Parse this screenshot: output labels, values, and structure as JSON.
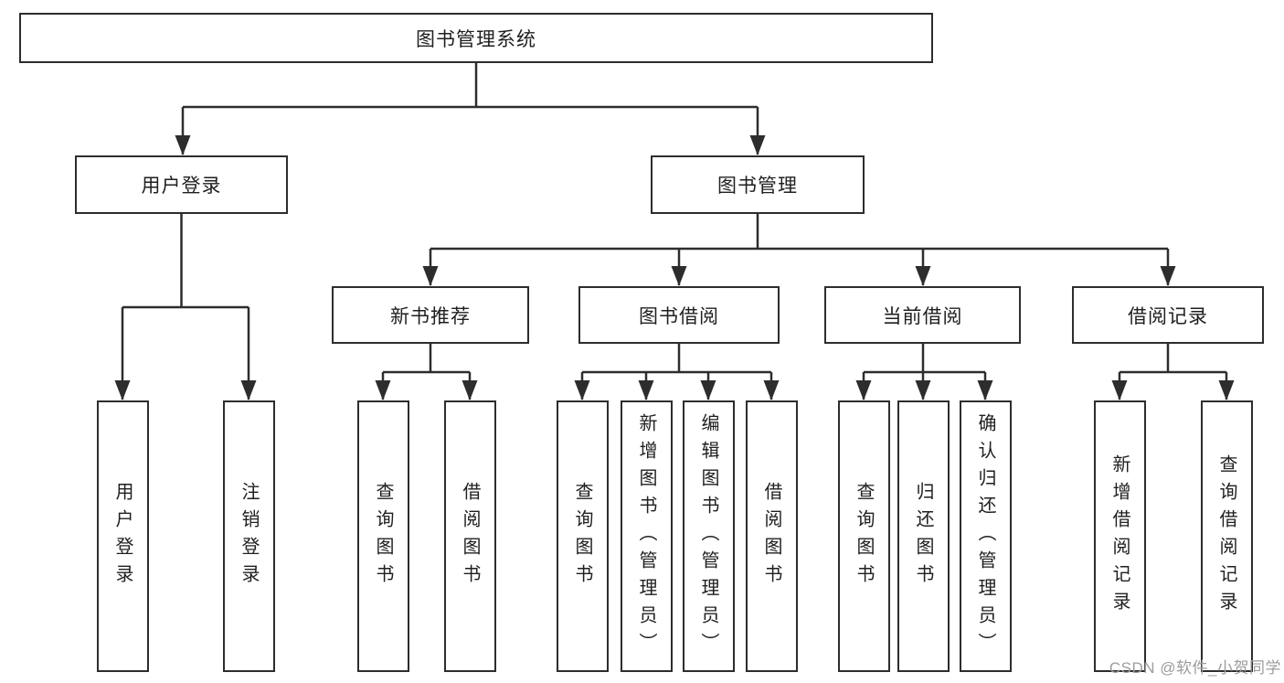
{
  "diagram": {
    "title": "图书管理系统",
    "level2": {
      "user_login": "用户登录",
      "book_management": "图书管理"
    },
    "level3": {
      "new_book_recommend": "新书推荐",
      "book_borrowing": "图书借阅",
      "current_borrowing": "当前借阅",
      "borrowing_records": "借阅记录"
    },
    "leaves": {
      "user_login_leaf": "用户登录",
      "logout": "注销登录",
      "query_books_recommend": "查询图书",
      "borrow_books_recommend": "借阅图书",
      "query_books_borrowing": "查询图书",
      "add_books_admin": "新增图书（管理员）",
      "edit_books_admin": "编辑图书（管理员）",
      "borrow_books_borrowing": "借阅图书",
      "query_books_current": "查询图书",
      "return_books": "归还图书",
      "confirm_return_admin": "确认归还（管理员）",
      "add_borrow_record": "新增借阅记录",
      "query_borrow_record": "查询借阅记录"
    }
  },
  "watermark": "CSDN @软件_小贺同学",
  "colors": {
    "line": "#2d2d2d",
    "text": "#1f1f1f",
    "watermark": "#9c9c9c",
    "background": "#ffffff"
  }
}
